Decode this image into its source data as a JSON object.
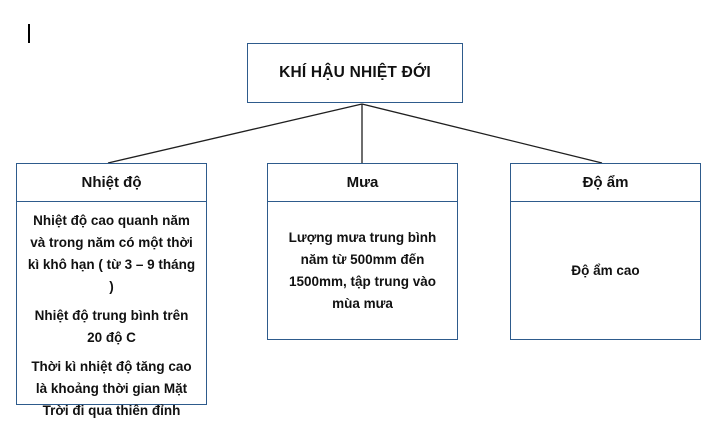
{
  "diagram": {
    "root": {
      "title": "KHÍ HẬU NHIỆT ĐỚI"
    },
    "branches": [
      {
        "id": "nhiet-do",
        "header": "Nhiệt độ",
        "paragraphs": [
          "Nhiệt độ cao quanh năm và trong năm có một thời kì khô hạn ( từ 3 – 9 tháng )",
          "Nhiệt độ trung bình trên 20 độ C",
          "Thời kì nhiệt độ tăng cao là khoảng thời gian Mặt Trời đi qua thiên đỉnh"
        ]
      },
      {
        "id": "mua",
        "header": "Mưa",
        "paragraphs": [
          "Lượng mưa trung bình năm từ 500mm đến 1500mm, tập trung vào mùa mưa"
        ]
      },
      {
        "id": "do-am",
        "header": "Độ ẩm",
        "paragraphs": [
          "Độ ẩm cao"
        ]
      }
    ],
    "colors": {
      "box_border": "#2E5B8C",
      "connector": "#1f1f1f",
      "text": "#111111",
      "background": "#ffffff"
    }
  }
}
